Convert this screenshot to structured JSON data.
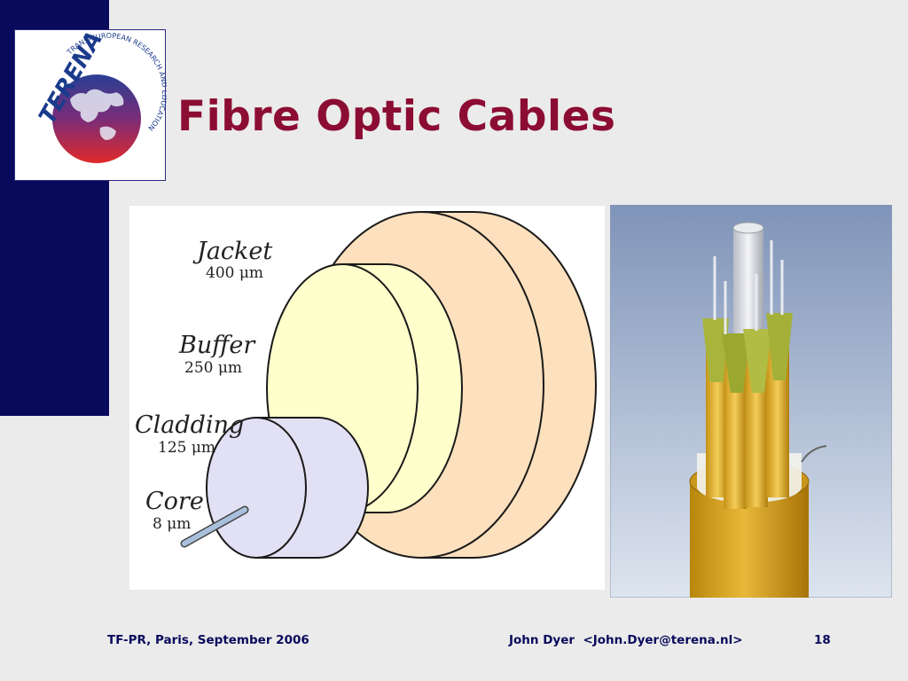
{
  "slide": {
    "title": "Fibre Optic Cables",
    "logo": {
      "name": "TERENA",
      "org_text": "TRANS-EUROPEAN RESEARCH AND EDUCATION NETWORKING ASSOCIATION",
      "colors": {
        "navy": "#1a3b8c",
        "red": "#d42a2a"
      }
    },
    "diagram_labels": [
      {
        "name": "Jacket",
        "size": "400 μm"
      },
      {
        "name": "Buffer",
        "size": "250 μm"
      },
      {
        "name": "Cladding",
        "size": "125 μm"
      },
      {
        "name": "Core",
        "size": "8 μm"
      }
    ],
    "colors": {
      "title": "#8c0d34",
      "sidebar": "#0a0a5c",
      "jacket": "#fde0bd",
      "buffer": "#ffffcc",
      "cladding": "#e2e0f4",
      "core": "#a9c0dc"
    },
    "footer": {
      "left": "TF-PR, Paris, September 2006",
      "middle": "John Dyer  <John.Dyer@terena.nl>",
      "page": "18"
    }
  }
}
